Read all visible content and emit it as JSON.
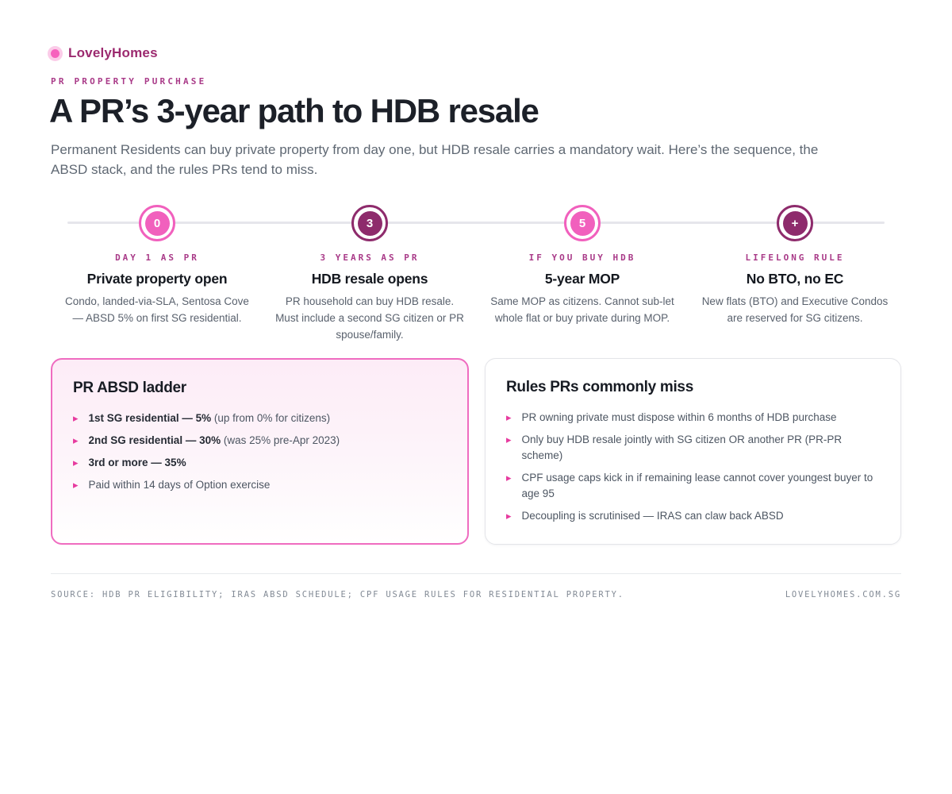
{
  "brand": {
    "name": "LovelyHomes",
    "dot_color": "#f661bd"
  },
  "header": {
    "eyebrow": "PR PROPERTY PURCHASE",
    "title": "A PR’s 3-year path to HDB resale",
    "subtitle": "Permanent Residents can buy private property from day one, but HDB resale carries a mandatory wait. Here’s the sequence, the ABSD stack, and the rules PRs tend to miss."
  },
  "timeline": {
    "steps": [
      {
        "badge": "0",
        "variant": "pink",
        "kicker": "DAY 1 AS PR",
        "heading": "Private property open",
        "description": "Condo, landed-via-SLA, Sentosa Cove — ABSD 5% on first SG residential."
      },
      {
        "badge": "3",
        "variant": "plum",
        "kicker": "3 YEARS AS PR",
        "heading": "HDB resale opens",
        "description": "PR household can buy HDB resale. Must include a second SG citizen or PR spouse/family."
      },
      {
        "badge": "5",
        "variant": "pink",
        "kicker": "IF YOU BUY HDB",
        "heading": "5-year MOP",
        "description": "Same MOP as citizens. Cannot sub-let whole flat or buy private during MOP."
      },
      {
        "badge": "+",
        "variant": "plum",
        "kicker": "LIFELONG RULE",
        "heading": "No BTO, no EC",
        "description": "New flats (BTO) and Executive Condos are reserved for SG citizens."
      }
    ]
  },
  "cards": [
    {
      "title": "PR ABSD ladder",
      "variant": "pink",
      "items": [
        {
          "strong": "1st SG residential — 5%",
          "normal": " (up from 0% for citizens)"
        },
        {
          "strong": "2nd SG residential — 30%",
          "normal": " (was 25% pre-Apr 2023)"
        },
        {
          "strong": "3rd or more — 35%",
          "normal": ""
        },
        {
          "strong": "",
          "normal": "Paid within 14 days of Option exercise"
        }
      ]
    },
    {
      "title": "Rules PRs commonly miss",
      "variant": "plain",
      "items": [
        {
          "strong": "",
          "normal": "PR owning private must dispose within 6 months of HDB purchase"
        },
        {
          "strong": "",
          "normal": "Only buy HDB resale jointly with SG citizen OR another PR (PR-PR scheme)"
        },
        {
          "strong": "",
          "normal": "CPF usage caps kick in if remaining lease cannot cover youngest buyer to age 95"
        },
        {
          "strong": "",
          "normal": "Decoupling is scrutinised — IRAS can claw back ABSD"
        }
      ]
    }
  ],
  "footer": {
    "source": "SOURCE: HDB PR ELIGIBILITY; IRAS ABSD SCHEDULE; CPF USAGE RULES FOR RESIDENTIAL PROPERTY.",
    "site": "LOVELYHOMES.COM.SG"
  },
  "colors": {
    "accent_pink": "#f160bd",
    "accent_plum": "#8e2b6c",
    "kicker_magenta": "#a93a88",
    "bullet_pink": "#e73b9f",
    "brand_text": "#9c2a6f",
    "title_text": "#1c2028",
    "body_text": "#5f6873"
  }
}
